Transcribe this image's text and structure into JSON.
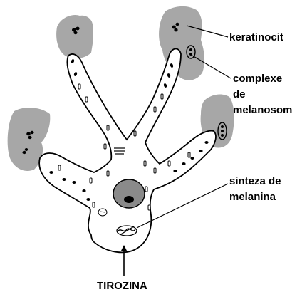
{
  "labels": {
    "keratinocit": "keratinocit",
    "complexe_line1": "complexe",
    "complexe_line2": "de",
    "complexe_line3": "melanosom",
    "sinteza_line1": "sinteza de",
    "sinteza_line2": "melanina",
    "tirozina": "TIROZINA"
  },
  "colors": {
    "keratinocyte_fill": "#a7a7a7",
    "melanocyte_fill": "#ffffff",
    "outline": "#000000",
    "nucleus_fill": "#8a8a8a",
    "nucleolus_fill": "#000000",
    "melanosome_fill": "#000000"
  }
}
